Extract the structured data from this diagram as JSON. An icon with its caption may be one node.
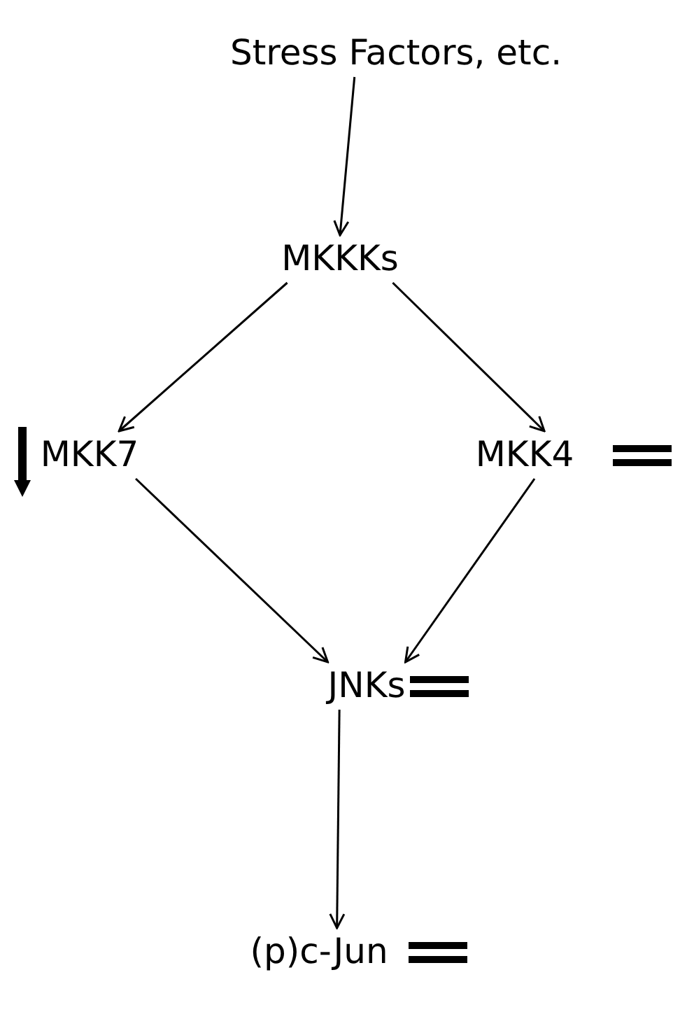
{
  "diagram": {
    "nodes": [
      {
        "text": [
          "Stress Factors, etc."
        ]
      },
      {
        "text": [
          "MKKKs"
        ]
      },
      {
        "text": [
          "MKK7"
        ]
      },
      {
        "text": [
          "MKK4"
        ]
      },
      {
        "text": [
          "JNKs"
        ]
      },
      {
        "text": [
          "(p)c-Jun"
        ]
      }
    ],
    "edges": [
      {
        "from": 0,
        "to": 1,
        "arrow": "to"
      },
      {
        "from": 1,
        "to": 2,
        "arrow": "to"
      },
      {
        "from": 1,
        "to": 3,
        "arrow": "to"
      },
      {
        "from": 2,
        "to": 4,
        "arrow": "to"
      },
      {
        "from": 3,
        "to": 4,
        "arrow": "to"
      },
      {
        "from": 4,
        "to": 5,
        "arrow": "to"
      }
    ]
  }
}
